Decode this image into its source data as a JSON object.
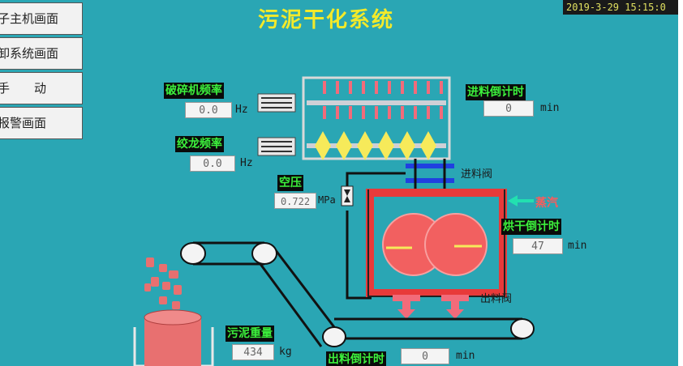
{
  "nav": {
    "main_screen": "子主机画面",
    "unload_system": "卸系统画面",
    "manual": "手　　动",
    "alarm_screen": "报警画面"
  },
  "title": "污泥干化系统",
  "clock": "2019-3-29 15:15:0",
  "crusher": {
    "label": "破碎机频率",
    "value": "0.0",
    "unit": "Hz"
  },
  "auger": {
    "label": "绞龙频率",
    "value": "0.0",
    "unit": "Hz"
  },
  "feed_timer": {
    "label": "进料倒计时",
    "value": "0",
    "unit": "min"
  },
  "air": {
    "label": "空压",
    "value": "0.722",
    "unit": "MPa"
  },
  "feed_valve": {
    "label": "进料阀"
  },
  "steam": {
    "label": "蒸汽"
  },
  "dry_timer": {
    "label": "烘干倒计时",
    "value": "47",
    "unit": "min"
  },
  "discharge_valve": {
    "label": "出料阀"
  },
  "sludge_weight": {
    "label": "污泥重量",
    "value": "434",
    "unit": "kg"
  },
  "discharge_timer": {
    "label": "出料倒计时",
    "value": "0",
    "unit": "min"
  },
  "colors": {
    "background": "#2aa6b4",
    "title": "#f3ea2a",
    "label_text": "#3cf03c",
    "drum": "#e83a3a"
  }
}
